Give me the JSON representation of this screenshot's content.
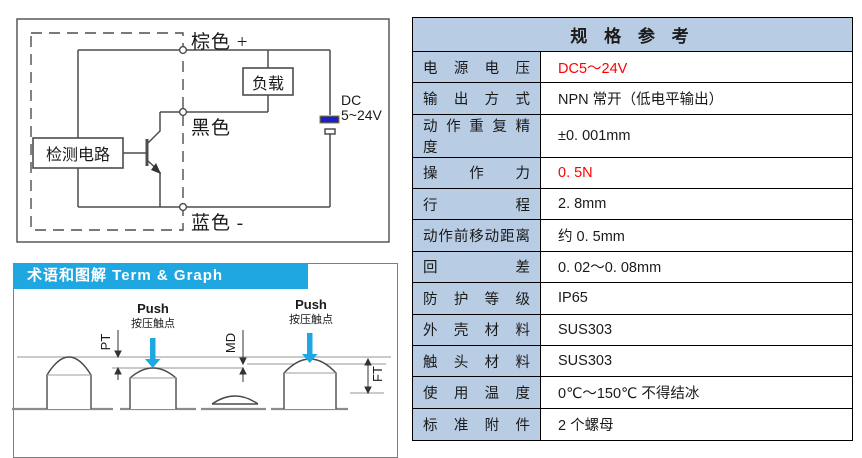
{
  "circuit": {
    "wire_labels": {
      "brown": "棕色 +",
      "black": "黑色",
      "blue": "蓝色 -"
    },
    "load_box": "负载",
    "detect_box": "检测电路",
    "power_label_line1": "DC",
    "power_label_line2": "5~24V"
  },
  "term_graph": {
    "banner": "术语和图解 Term & Graph",
    "push_label": "Push",
    "push_sublabel": "按压触点",
    "dim_pt": "PT",
    "dim_md": "MD",
    "dim_ft": "FT"
  },
  "spec_table": {
    "title": "规 格 参 考",
    "rows": [
      {
        "label": "电 源 电 压",
        "value": "DC5～24V",
        "highlight": true
      },
      {
        "label": "输 出 方 式",
        "value": "NPN 常开（低电平输出）",
        "highlight": false
      },
      {
        "label": "动 作 重 复 精 度",
        "value": "±0. 001mm",
        "highlight": false
      },
      {
        "label": "操 作 力",
        "value": "0. 5N",
        "highlight": true
      },
      {
        "label": "行 程",
        "value": "2. 8mm",
        "highlight": false
      },
      {
        "label": "动作前移动距离",
        "value": "约 0. 5mm",
        "highlight": false
      },
      {
        "label": "回 差",
        "value": "0. 02～0. 08mm",
        "highlight": false
      },
      {
        "label": "防 护 等 级",
        "value": "IP65",
        "highlight": false
      },
      {
        "label": "外 壳 材 料",
        "value": "SUS303",
        "highlight": false
      },
      {
        "label": "触 头 材 料",
        "value": "SUS303",
        "highlight": false
      },
      {
        "label": "使 用 温 度",
        "value": "0℃～150℃  不得结冰",
        "highlight": false
      },
      {
        "label": "标 准 附 件",
        "value": "2 个螺母",
        "highlight": false
      }
    ]
  },
  "colors": {
    "accent_blue": "#1EA7E1",
    "table_fill": "#B8CCE4",
    "value_highlight": "#FF0000",
    "battery_plate": "#1D1DCB"
  }
}
